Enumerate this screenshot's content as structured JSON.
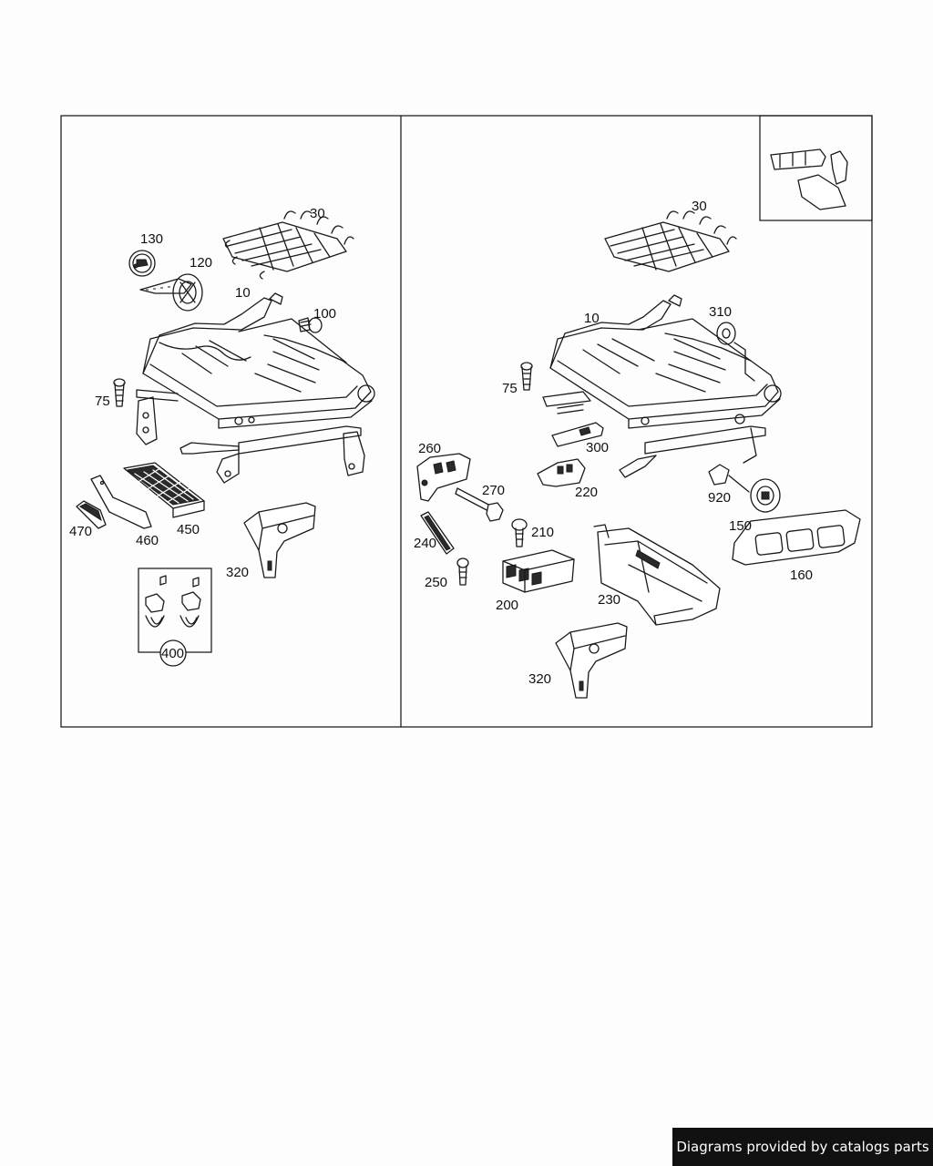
{
  "left_panel": {
    "callouts": [
      {
        "id": "30",
        "text": "30"
      },
      {
        "id": "130",
        "text": "130"
      },
      {
        "id": "120",
        "text": "120"
      },
      {
        "id": "10",
        "text": "10"
      },
      {
        "id": "100",
        "text": "100"
      },
      {
        "id": "75",
        "text": "75"
      },
      {
        "id": "470",
        "text": "470"
      },
      {
        "id": "460",
        "text": "460"
      },
      {
        "id": "450",
        "text": "450"
      },
      {
        "id": "320",
        "text": "320"
      },
      {
        "id": "400",
        "text": "400"
      }
    ]
  },
  "right_panel": {
    "callouts": [
      {
        "id": "30",
        "text": "30"
      },
      {
        "id": "10",
        "text": "10"
      },
      {
        "id": "310",
        "text": "310"
      },
      {
        "id": "75",
        "text": "75"
      },
      {
        "id": "260",
        "text": "260"
      },
      {
        "id": "300",
        "text": "300"
      },
      {
        "id": "270",
        "text": "270"
      },
      {
        "id": "220",
        "text": "220"
      },
      {
        "id": "920",
        "text": "920"
      },
      {
        "id": "240",
        "text": "240"
      },
      {
        "id": "210",
        "text": "210"
      },
      {
        "id": "150",
        "text": "150"
      },
      {
        "id": "250",
        "text": "250"
      },
      {
        "id": "200",
        "text": "200"
      },
      {
        "id": "230",
        "text": "230"
      },
      {
        "id": "160",
        "text": "160"
      },
      {
        "id": "320",
        "text": "320"
      }
    ]
  },
  "footer": {
    "text": "Diagrams provided by catalogs parts"
  }
}
